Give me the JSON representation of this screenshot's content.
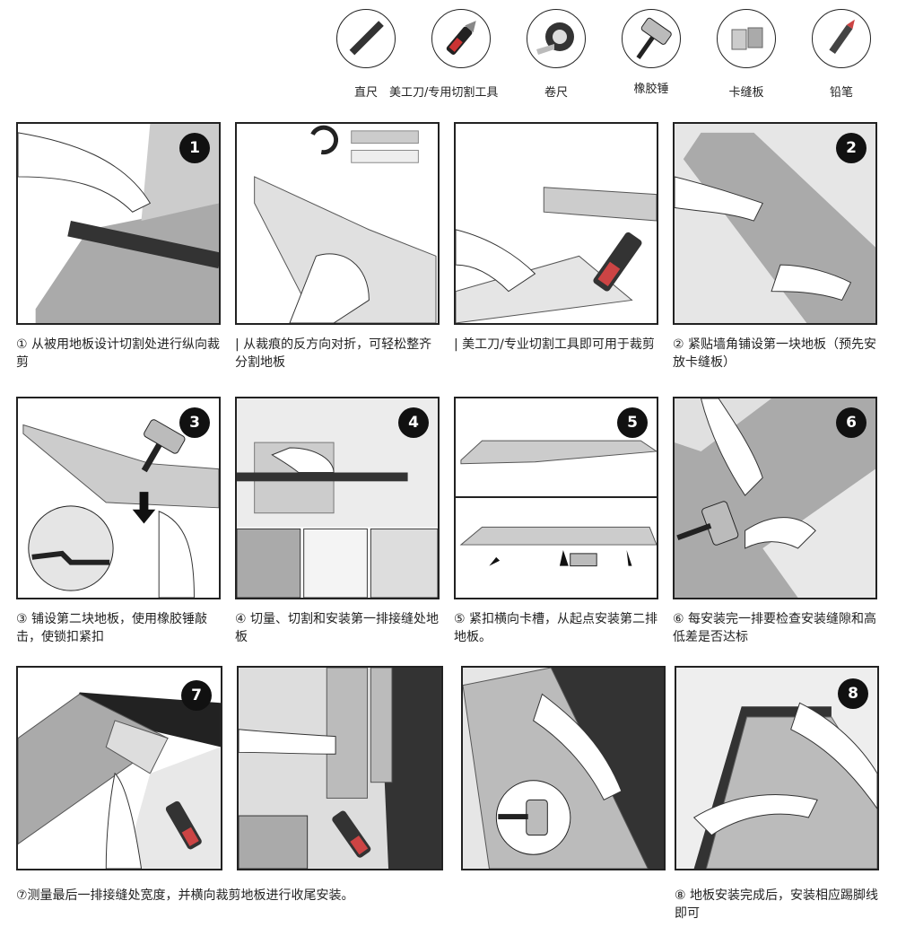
{
  "tools": [
    {
      "label": "直尺",
      "icon": "ruler-icon"
    },
    {
      "label": "美工刀/专用切割工具",
      "icon": "utility-knife-icon"
    },
    {
      "label": "卷尺",
      "icon": "tape-measure-icon"
    },
    {
      "label": "橡胶锤",
      "icon": "rubber-mallet-icon"
    },
    {
      "label": "卡缝板",
      "icon": "spacer-block-icon"
    },
    {
      "label": "铅笔",
      "icon": "pencil-icon"
    }
  ],
  "steps": [
    {
      "badge": "1",
      "caption": "① 从被用地板设计切割处进行纵向裁剪"
    },
    {
      "badge": "",
      "caption": "| 从裁痕的反方向对折，可轻松整齐分割地板"
    },
    {
      "badge": "",
      "caption": "| 美工刀/专业切割工具即可用于裁剪"
    },
    {
      "badge": "2",
      "caption": "② 紧贴墙角铺设第一块地板（预先安放卡缝板）"
    },
    {
      "badge": "3",
      "caption": "③ 铺设第二块地板，使用橡胶锤敲击，使锁扣紧扣"
    },
    {
      "badge": "4",
      "caption": "④ 切量、切割和安装第一排接缝处地板"
    },
    {
      "badge": "5",
      "caption": "⑤ 紧扣横向卡槽，从起点安装第二排地板。"
    },
    {
      "badge": "6",
      "caption": "⑥ 每安装完一排要检查安装缝隙和高低差是否达标"
    },
    {
      "badge": "7",
      "caption": "⑦测量最后一排接缝处宽度，并横向裁剪地板进行收尾安装。"
    },
    {
      "badge": "",
      "caption": ""
    },
    {
      "badge": "",
      "caption": ""
    },
    {
      "badge": "8",
      "caption": "⑧ 地板安装完成后，安装相应踢脚线即可"
    }
  ]
}
